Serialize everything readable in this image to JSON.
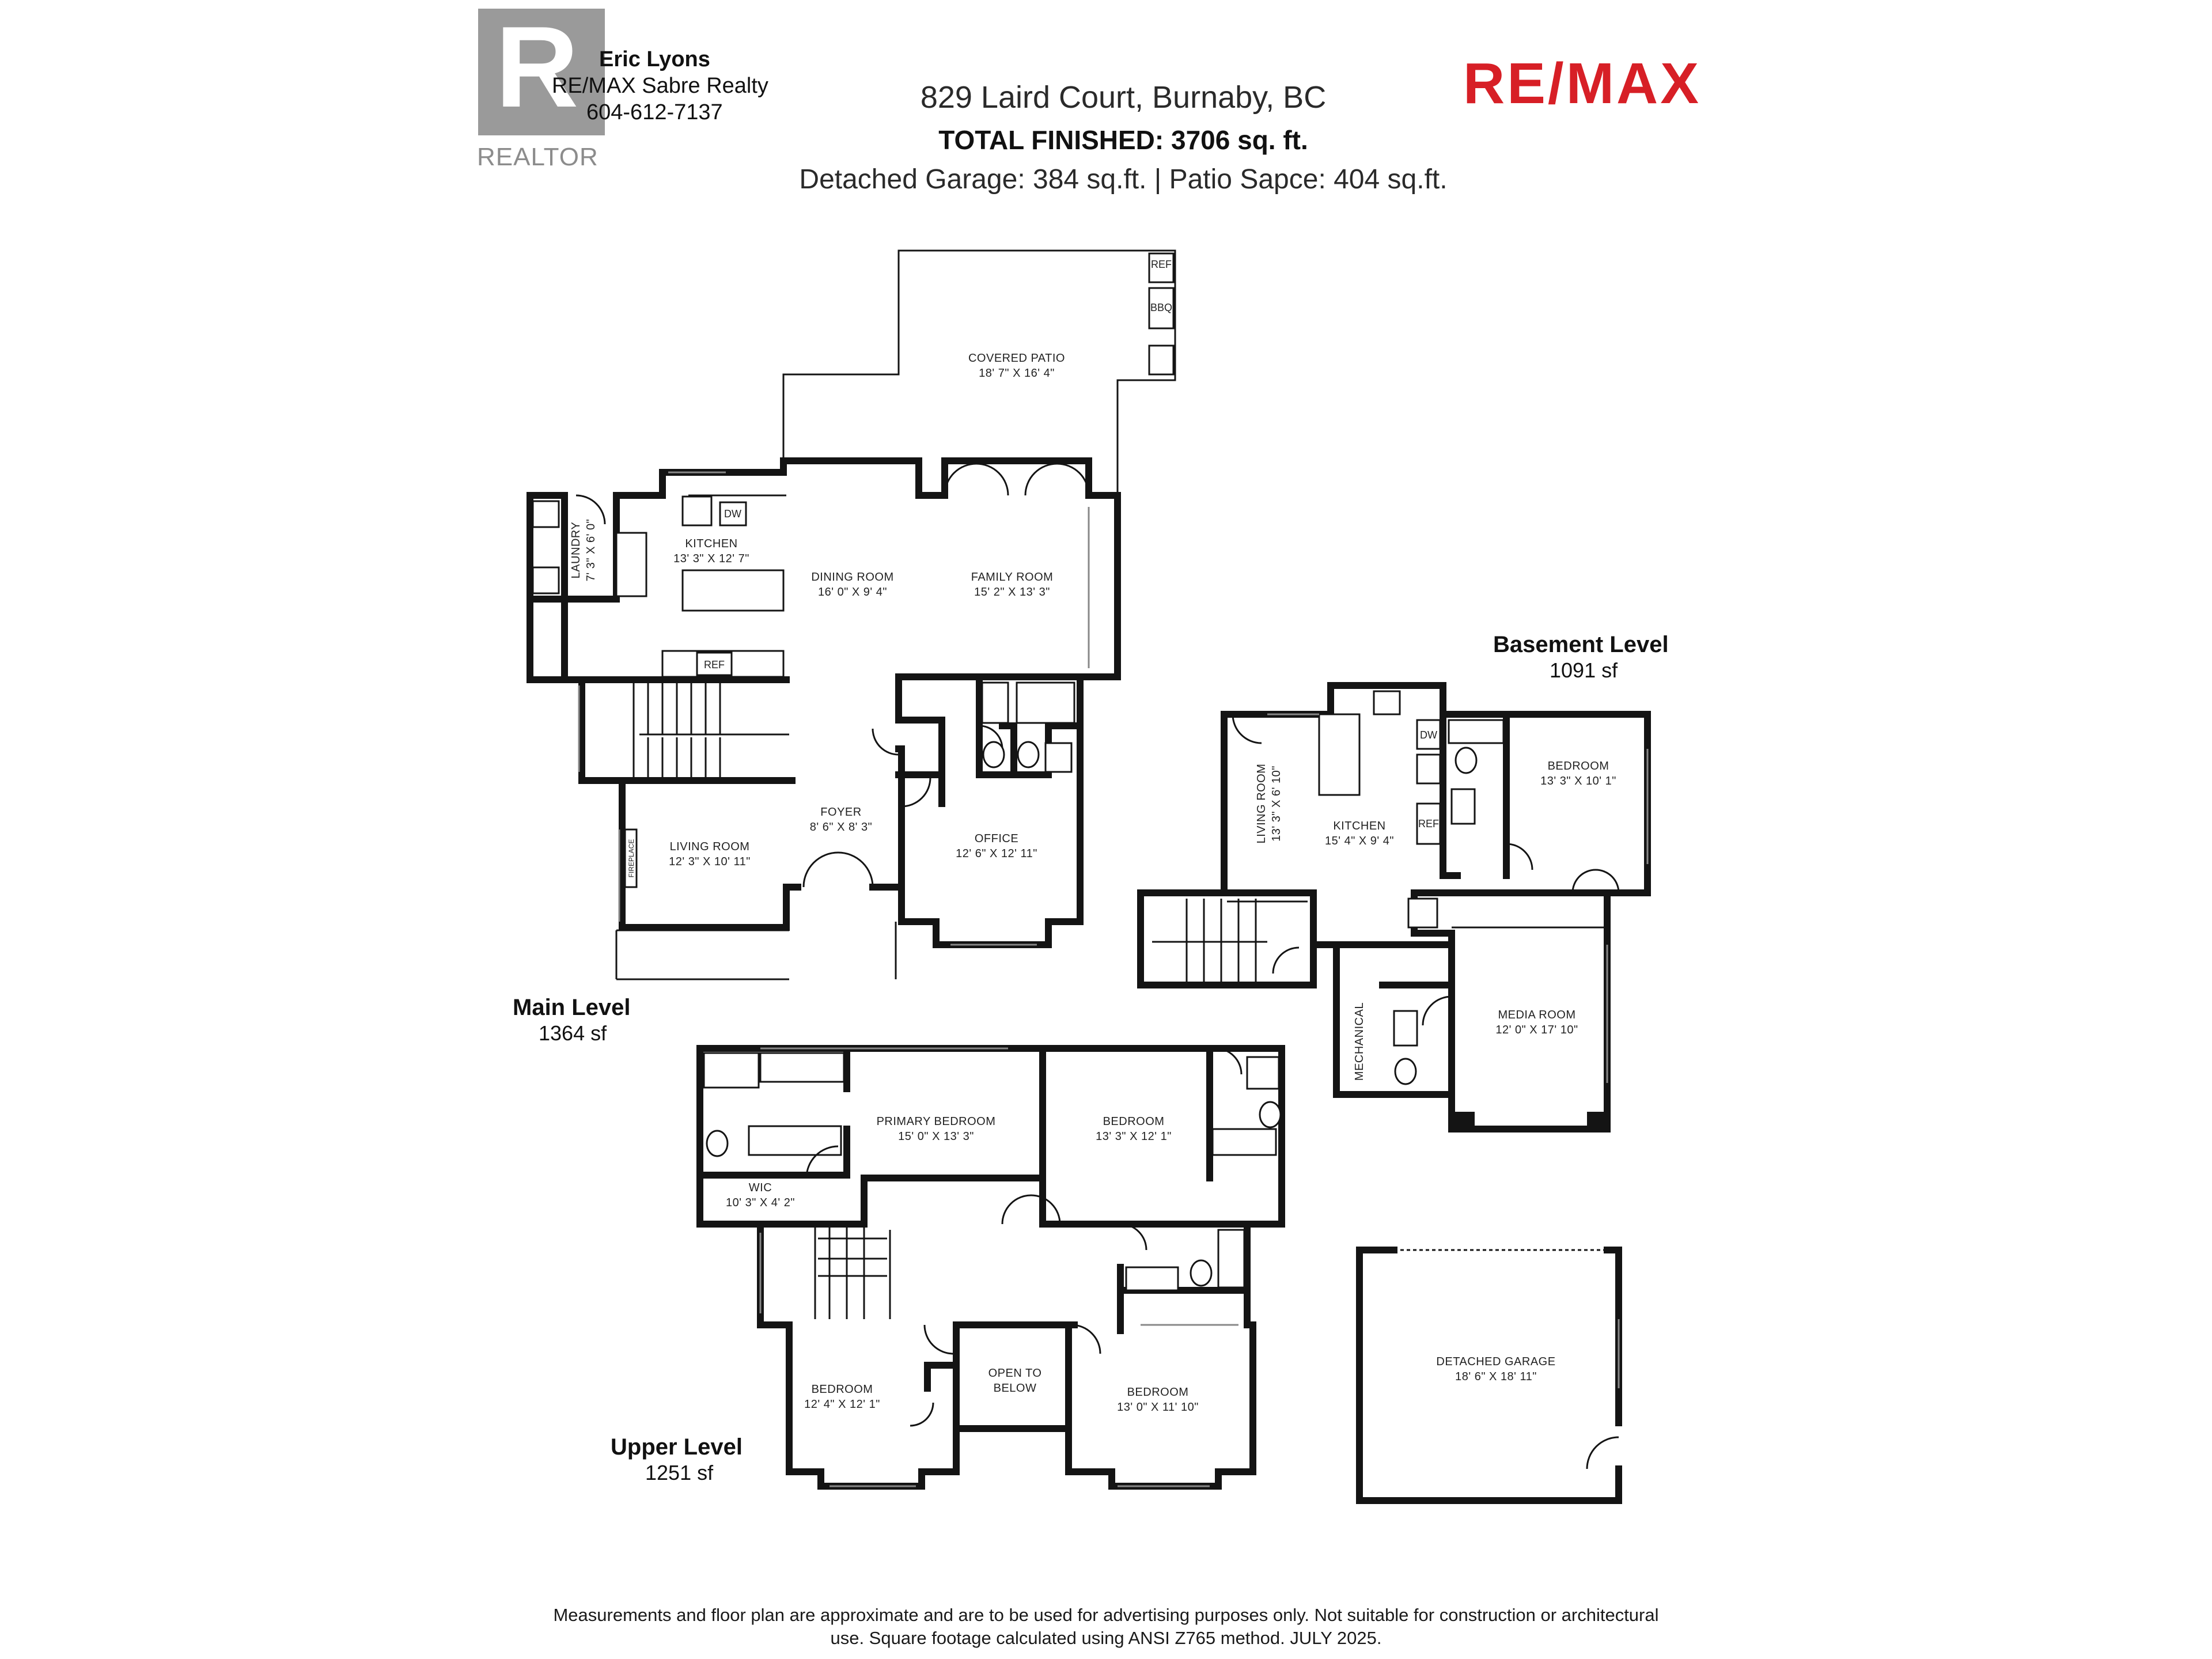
{
  "agent": {
    "name": "Eric Lyons",
    "brokerage": "RE/MAX Sabre Realty",
    "phone": "604-612-7137",
    "realtor_mark": "REALTOR",
    "logo_letter": "R"
  },
  "header": {
    "address": "829 Laird Court, Burnaby, BC",
    "total_finished": "TOTAL FINISHED:  3706 sq. ft.",
    "extras": "Detached Garage: 384 sq.ft.  |  Patio Sapce: 404 sq.ft."
  },
  "brand": {
    "logo": "RE/MAX",
    "red": "#d71f26",
    "blue": "#1f3f8f"
  },
  "levels": {
    "main": {
      "name": "Main Level",
      "area": "1364 sf"
    },
    "basement": {
      "name": "Basement Level",
      "area": "1091 sf"
    },
    "upper": {
      "name": "Upper Level",
      "area": "1251 sf"
    }
  },
  "rooms": {
    "covered_patio": {
      "name": "COVERED PATIO",
      "dims": "18' 7\" X 16' 4\""
    },
    "kitchen_main": {
      "name": "KITCHEN",
      "dims": "13' 3\" X 12' 7\""
    },
    "laundry": {
      "name": "LAUNDRY",
      "dims": "7' 3\" X 6' 0\""
    },
    "dining_room": {
      "name": "DINING ROOM",
      "dims": "16' 0\" X 9' 4\""
    },
    "family_room": {
      "name": "FAMILY ROOM",
      "dims": "15' 2\" X 13' 3\""
    },
    "foyer": {
      "name": "FOYER",
      "dims": "8' 6\" X 8' 3\""
    },
    "office": {
      "name": "OFFICE",
      "dims": "12' 6\" X 12' 11\""
    },
    "living_main": {
      "name": "LIVING ROOM",
      "dims": "12' 3\" X 10' 11\""
    },
    "living_base": {
      "name": "LIVING ROOM",
      "dims": "13' 3\" X 6' 10\""
    },
    "kitchen_base": {
      "name": "KITCHEN",
      "dims": "15' 4\" X 9' 4\""
    },
    "bedroom_base": {
      "name": "BEDROOM",
      "dims": "13' 3\" X 10' 1\""
    },
    "mechanical": {
      "name": "MECHANICAL",
      "dims": ""
    },
    "media_room": {
      "name": "MEDIA ROOM",
      "dims": "12' 0\" X 17' 10\""
    },
    "primary_bedroom": {
      "name": "PRIMARY BEDROOM",
      "dims": "15' 0\" X 13' 3\""
    },
    "wic": {
      "name": "WIC",
      "dims": "10' 3\" X 4' 2\""
    },
    "bedroom_up_ne": {
      "name": "BEDROOM",
      "dims": "13' 3\" X 12' 1\""
    },
    "bedroom_up_sw": {
      "name": "BEDROOM",
      "dims": "12' 4\" X 12' 1\""
    },
    "open_to_below": {
      "name": "OPEN TO",
      "dims": "BELOW"
    },
    "bedroom_up_se": {
      "name": "BEDROOM",
      "dims": "13' 0\" X 11' 10\""
    },
    "detached_garage": {
      "name": "DETACHED GARAGE",
      "dims": "18' 6\" X 18' 11\""
    }
  },
  "fixtures": {
    "ref": "REF",
    "dw": "DW",
    "bbq": "BBQ",
    "fireplace": "FIREPLACE"
  },
  "footer": {
    "line1": "Measurements and floor plan are approximate and are to be used for advertising purposes only. Not suitable for construction or architectural",
    "line2": "use. Square footage calculated using ANSI Z765 method. JULY 2025."
  }
}
